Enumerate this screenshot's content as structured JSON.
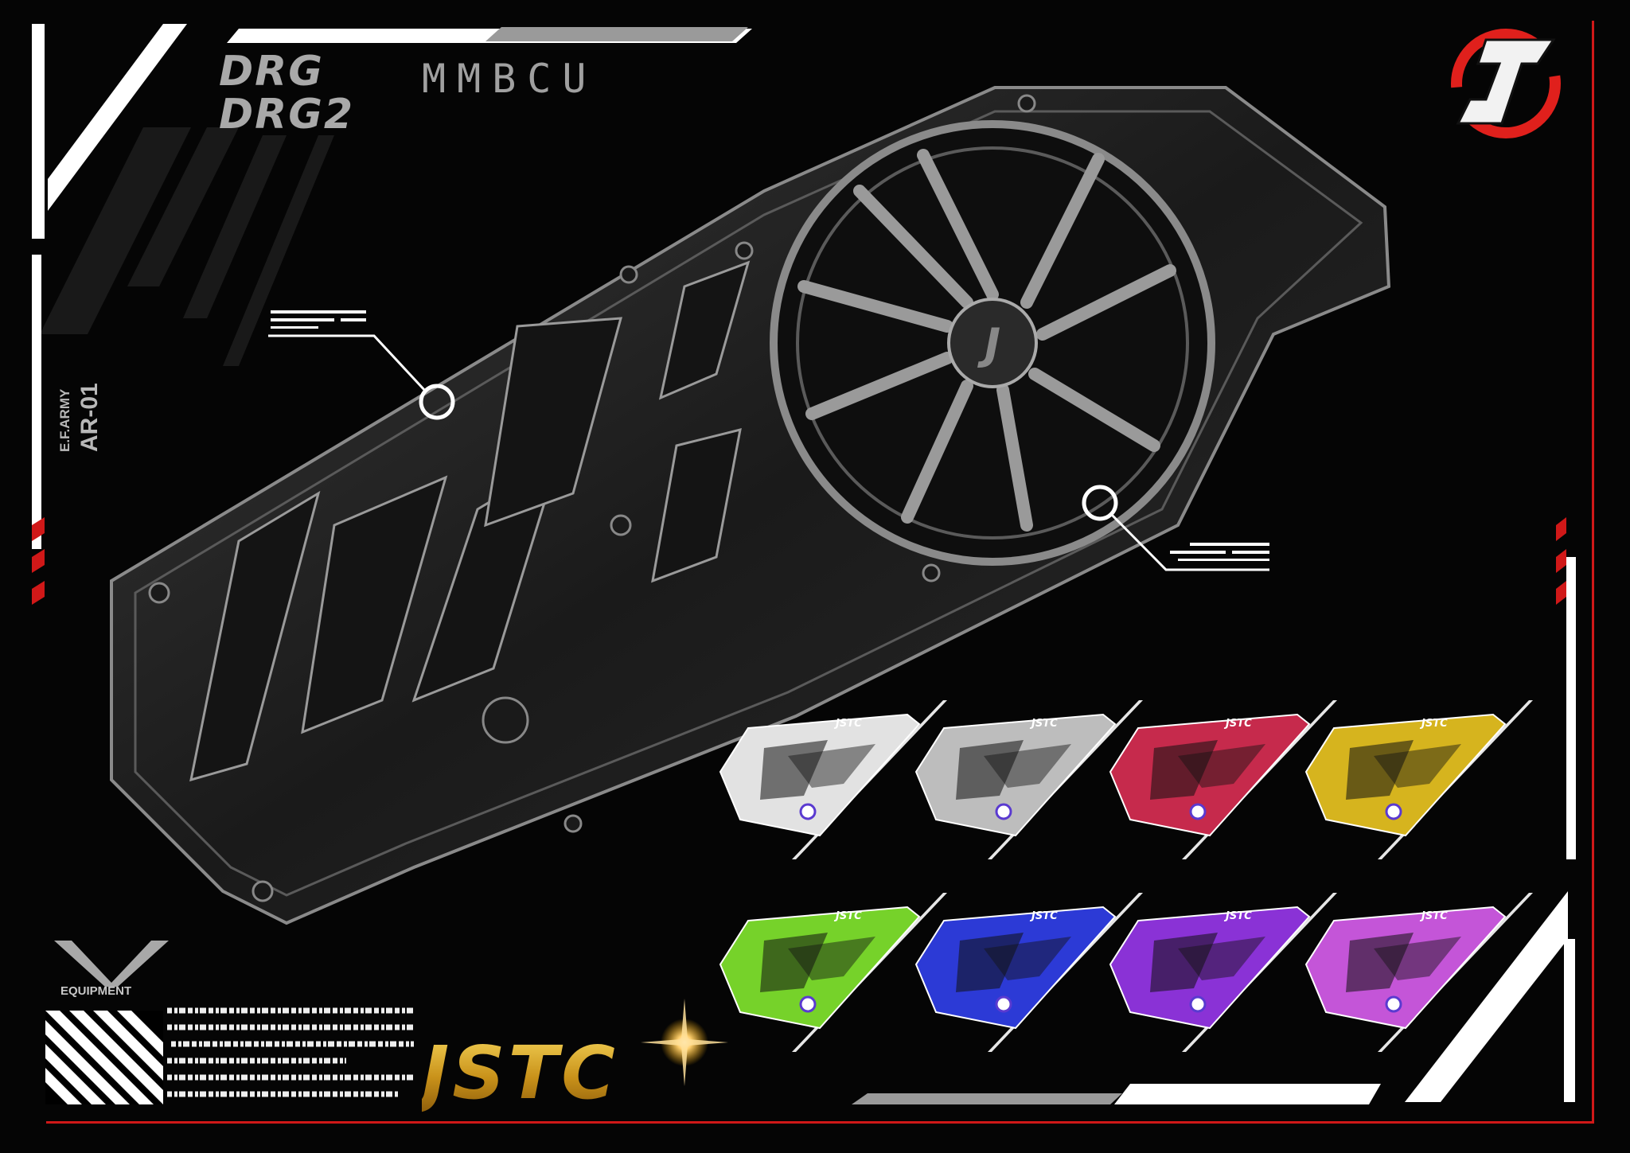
{
  "header": {
    "brand_line1": "DRG",
    "brand_line2": "DRG2",
    "model": "MMBCU"
  },
  "side_tag": {
    "line1": "E.F.ARMY",
    "line2": "AR-01"
  },
  "logo": {
    "letter": "J",
    "accent_color": "#e0201c"
  },
  "equipment_label": "EQUIPMENT",
  "brand_logo": "JSTC",
  "colors": {
    "background": "#050505",
    "frame_red": "#d01818",
    "frame_white": "#ffffff",
    "part_gray": "#6b6b6b"
  },
  "variants": [
    {
      "name": "silver",
      "color": "#e2e2e2",
      "label": "JSTC"
    },
    {
      "name": "titanium",
      "color": "#bdbdbd",
      "label": "JSTC"
    },
    {
      "name": "red",
      "color": "#c62a4c",
      "label": "JSTC"
    },
    {
      "name": "gold",
      "color": "#d6b41e",
      "label": "JSTC"
    },
    {
      "name": "green",
      "color": "#76d22a",
      "label": "JSTC"
    },
    {
      "name": "blue",
      "color": "#2c3ad6",
      "label": "JSTC"
    },
    {
      "name": "purple",
      "color": "#8a32d6",
      "label": "JSTC"
    },
    {
      "name": "violet",
      "color": "#c455d8",
      "label": "JSTC"
    }
  ]
}
